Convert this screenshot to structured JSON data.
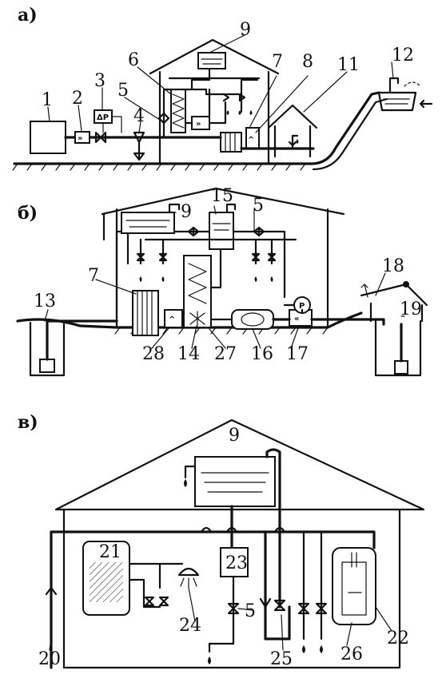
{
  "sections": [
    {
      "id": "a",
      "label": "а)"
    },
    {
      "id": "b",
      "label": "б)"
    },
    {
      "id": "v",
      "label": "в)"
    }
  ],
  "symbols": {
    "pressure_switch": "ΔP",
    "manometer": "P"
  },
  "callouts": {
    "a": {
      "n1": "1",
      "n2": "2",
      "n3": "3",
      "n4": "4",
      "n5": "5",
      "n6": "6",
      "n7": "7",
      "n8": "8",
      "n9": "9",
      "n11": "11",
      "n12": "12"
    },
    "b": {
      "n5": "5",
      "n7": "7",
      "n9": "9",
      "n13": "13",
      "n14": "14",
      "n15": "15",
      "n16": "16",
      "n17": "17",
      "n18": "18",
      "n19": "19",
      "n27": "27",
      "n28": "28"
    },
    "v": {
      "n5": "5",
      "n9": "9",
      "n20": "20",
      "n21": "21",
      "n22": "22",
      "n23": "23",
      "n24": "24",
      "n25": "25",
      "n26": "26"
    }
  }
}
